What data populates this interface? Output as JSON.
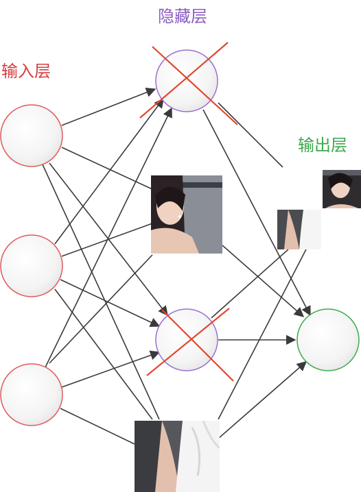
{
  "labels": {
    "input_layer": "输入层",
    "hidden_layer": "隐藏层",
    "output_layer": "输出层"
  },
  "colors": {
    "input_node_stroke": "#e05a5a",
    "hidden_node_stroke": "#9b6fcf",
    "output_node_stroke": "#3aab4f",
    "dropout_cross": "#e0482e",
    "arrow": "#3a3a3a",
    "input_label": "#d93b3b",
    "hidden_label": "#8a5cc0",
    "output_label": "#3aa94a"
  },
  "nodes": {
    "input": [
      "input-1",
      "input-2",
      "input-3"
    ],
    "hidden": [
      "hidden-1",
      "hidden-2",
      "hidden-3",
      "hidden-4"
    ],
    "output": [
      "output-1"
    ],
    "dropped_hidden": [
      "hidden-1",
      "hidden-3"
    ],
    "photo_overlays": [
      "hidden-2",
      "hidden-4",
      "output-top"
    ]
  }
}
